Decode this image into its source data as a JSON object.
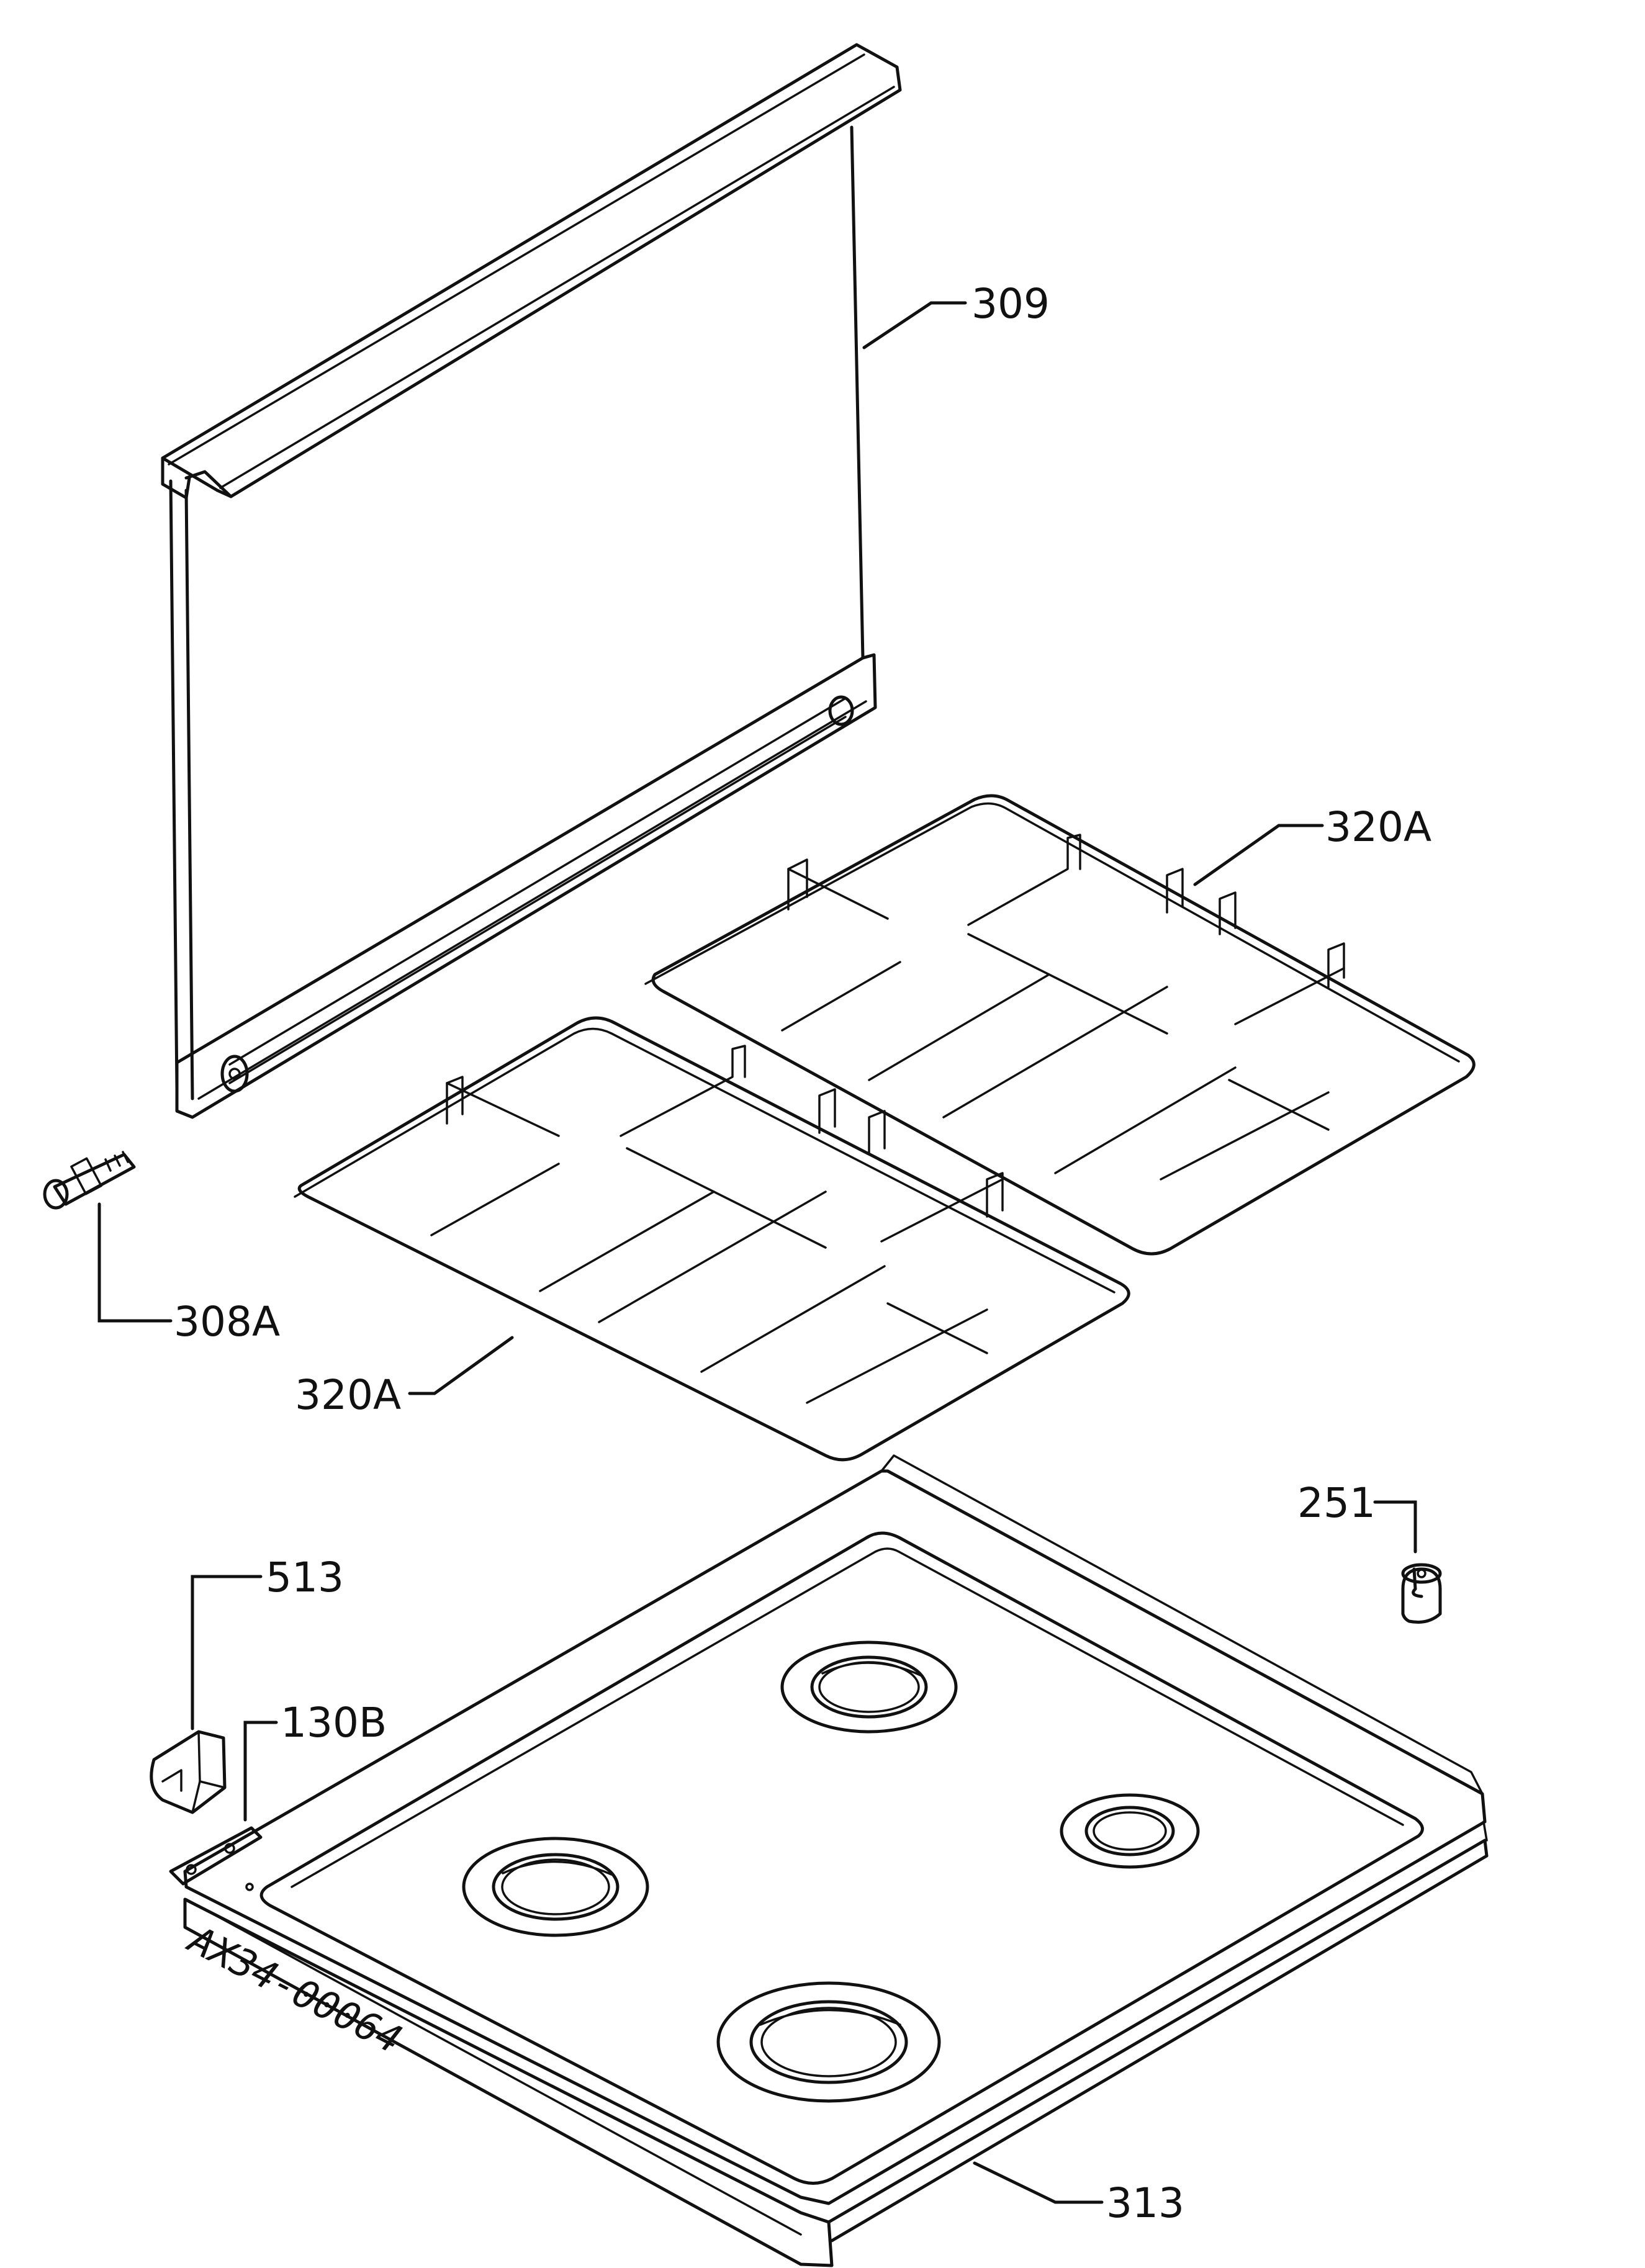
{
  "labels": {
    "p309": "309",
    "p320a_top": "320A",
    "p320a_bottom": "320A",
    "p308a": "308A",
    "p251": "251",
    "p513": "513",
    "p130b": "130B",
    "p313": "313"
  },
  "drawing_ref": "AX34-00064",
  "colors": {
    "ink": "#111111",
    "paper": "#ffffff"
  }
}
